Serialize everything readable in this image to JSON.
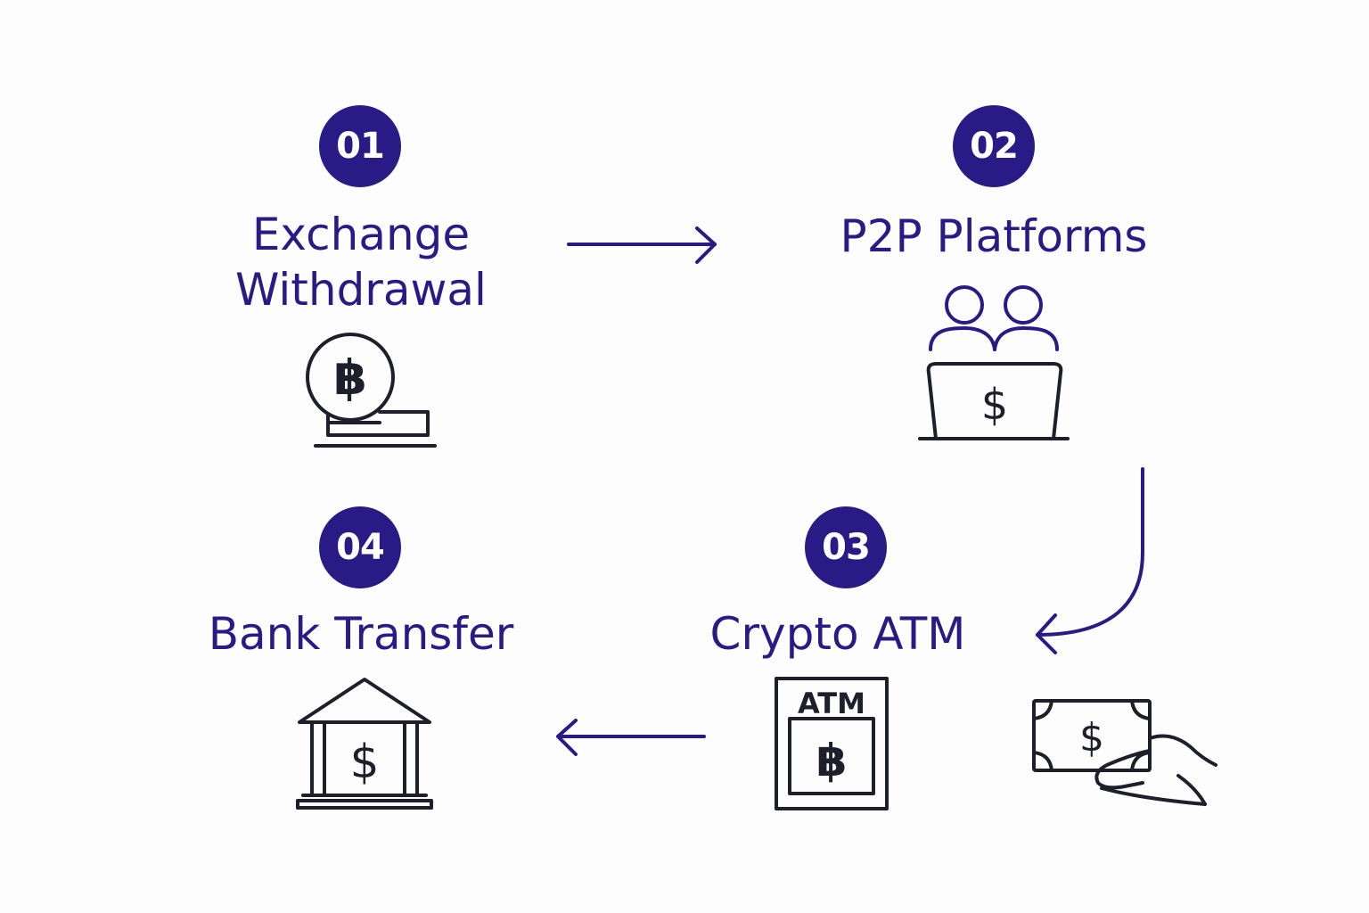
{
  "colors": {
    "accent": "#2a1a86",
    "icon_ink": "#1d1f2b",
    "background": "#fdfdfd"
  },
  "steps": [
    {
      "number": "01",
      "title_lines": [
        "Exchange",
        "Withdrawal"
      ],
      "icon": "bitcoin-coin-card-icon"
    },
    {
      "number": "02",
      "title_lines": [
        "P2P Platforms"
      ],
      "icon": "people-laptop-dollar-icon"
    },
    {
      "number": "03",
      "title_lines": [
        "Crypto ATM"
      ],
      "icon": "atm-bitcoin-icon",
      "icon_text": "ATM"
    },
    {
      "number": "04",
      "title_lines": [
        "Bank Transfer"
      ],
      "icon": "bank-dollar-icon"
    }
  ],
  "extra_icons": [
    "cash-hand-icon"
  ],
  "flow": [
    "01 -> 02",
    "02 -> 03",
    "03 -> 04"
  ]
}
